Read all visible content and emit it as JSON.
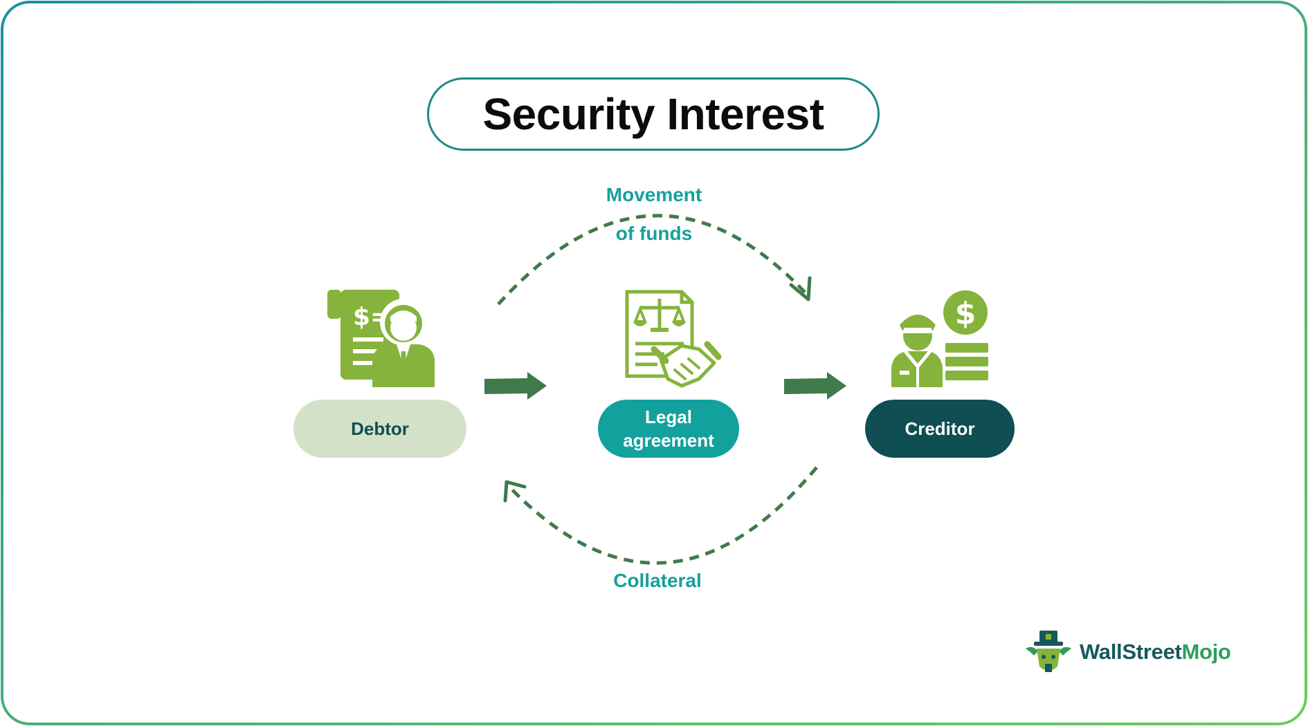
{
  "title": "Security Interest",
  "flows": {
    "top_label_line1": "Movement",
    "top_label_line2": "of funds",
    "bottom_label": "Collateral"
  },
  "nodes": {
    "debtor": "Debtor",
    "legal_line1": "Legal",
    "legal_line2": "agreement",
    "creditor": "Creditor"
  },
  "logo": {
    "word1": "WallStreet",
    "word2": "Mojo"
  },
  "colors": {
    "teal": "#16a09b",
    "dark_teal": "#0f4e53",
    "light_green": "#d3e1c8",
    "icon_green": "#86b33c",
    "arrow_green": "#3f7a4b"
  }
}
